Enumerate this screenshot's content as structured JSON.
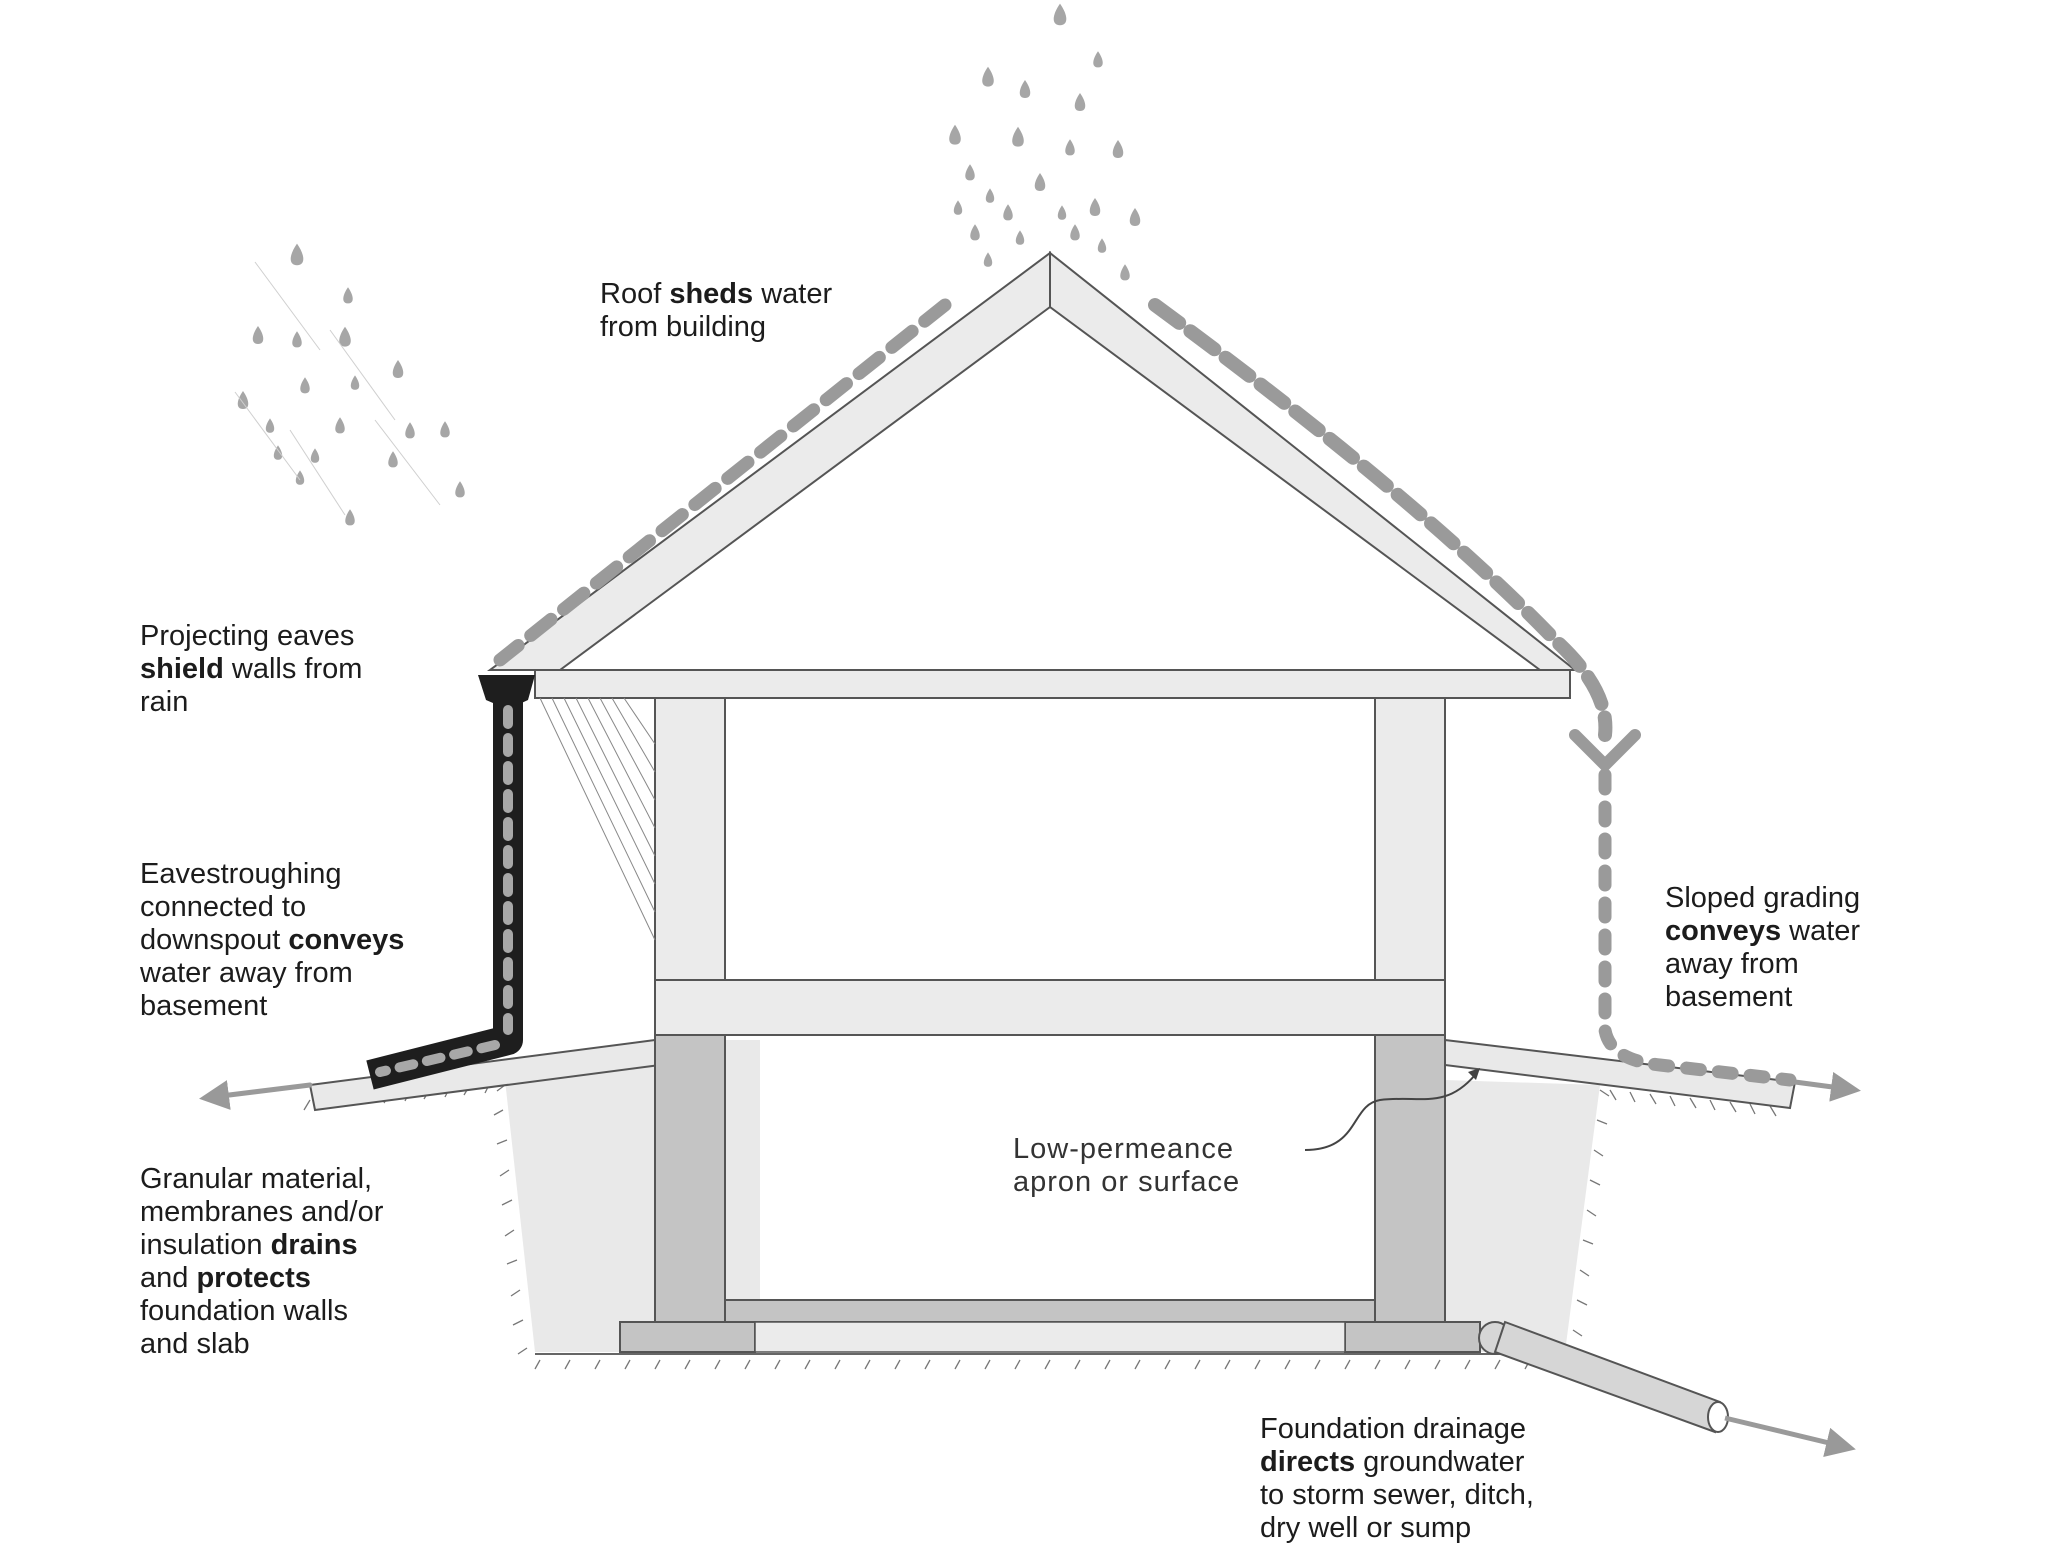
{
  "labels": {
    "roof": [
      {
        "parts": [
          {
            "t": "Roof "
          },
          {
            "t": "sheds",
            "b": true
          },
          {
            "t": " water"
          }
        ]
      },
      {
        "parts": [
          {
            "t": "from building"
          }
        ]
      }
    ],
    "eaves": [
      {
        "parts": [
          {
            "t": "Projecting eaves"
          }
        ]
      },
      {
        "parts": [
          {
            "t": "shield",
            "b": true
          },
          {
            "t": " walls from"
          }
        ]
      },
      {
        "parts": [
          {
            "t": "rain"
          }
        ]
      }
    ],
    "eavestroughing": [
      {
        "parts": [
          {
            "t": "Eavestroughing"
          }
        ]
      },
      {
        "parts": [
          {
            "t": "connected to"
          }
        ]
      },
      {
        "parts": [
          {
            "t": "downspout "
          },
          {
            "t": "conveys",
            "b": true
          }
        ]
      },
      {
        "parts": [
          {
            "t": "water away from"
          }
        ]
      },
      {
        "parts": [
          {
            "t": "basement"
          }
        ]
      }
    ],
    "grading": [
      {
        "parts": [
          {
            "t": "Sloped grading"
          }
        ]
      },
      {
        "parts": [
          {
            "t": "conveys",
            "b": true
          },
          {
            "t": " water"
          }
        ]
      },
      {
        "parts": [
          {
            "t": "away from"
          }
        ]
      },
      {
        "parts": [
          {
            "t": "basement"
          }
        ]
      }
    ],
    "apron": [
      {
        "parts": [
          {
            "t": "Low-permeance"
          }
        ]
      },
      {
        "parts": [
          {
            "t": "apron or surface"
          }
        ]
      }
    ],
    "granular": [
      {
        "parts": [
          {
            "t": "Granular material,"
          }
        ]
      },
      {
        "parts": [
          {
            "t": "membranes and/or"
          }
        ]
      },
      {
        "parts": [
          {
            "t": "insulation "
          },
          {
            "t": "drains",
            "b": true
          }
        ]
      },
      {
        "parts": [
          {
            "t": "and "
          },
          {
            "t": "protects",
            "b": true
          }
        ]
      },
      {
        "parts": [
          {
            "t": "foundation walls"
          }
        ]
      },
      {
        "parts": [
          {
            "t": "and slab"
          }
        ]
      }
    ],
    "drainage": [
      {
        "parts": [
          {
            "t": "Foundation drainage"
          }
        ]
      },
      {
        "parts": [
          {
            "t": "directs",
            "b": true
          },
          {
            "t": " groundwater"
          }
        ]
      },
      {
        "parts": [
          {
            "t": "to storm sewer, ditch,"
          }
        ]
      },
      {
        "parts": [
          {
            "t": "dry well or sump"
          }
        ]
      }
    ]
  },
  "colors": {
    "outline": "#555555",
    "light_fill": "#ebebeb",
    "mid_fill": "#c4c4c4",
    "water": "#9a9a9a",
    "downspout": "#1e1e1e"
  }
}
